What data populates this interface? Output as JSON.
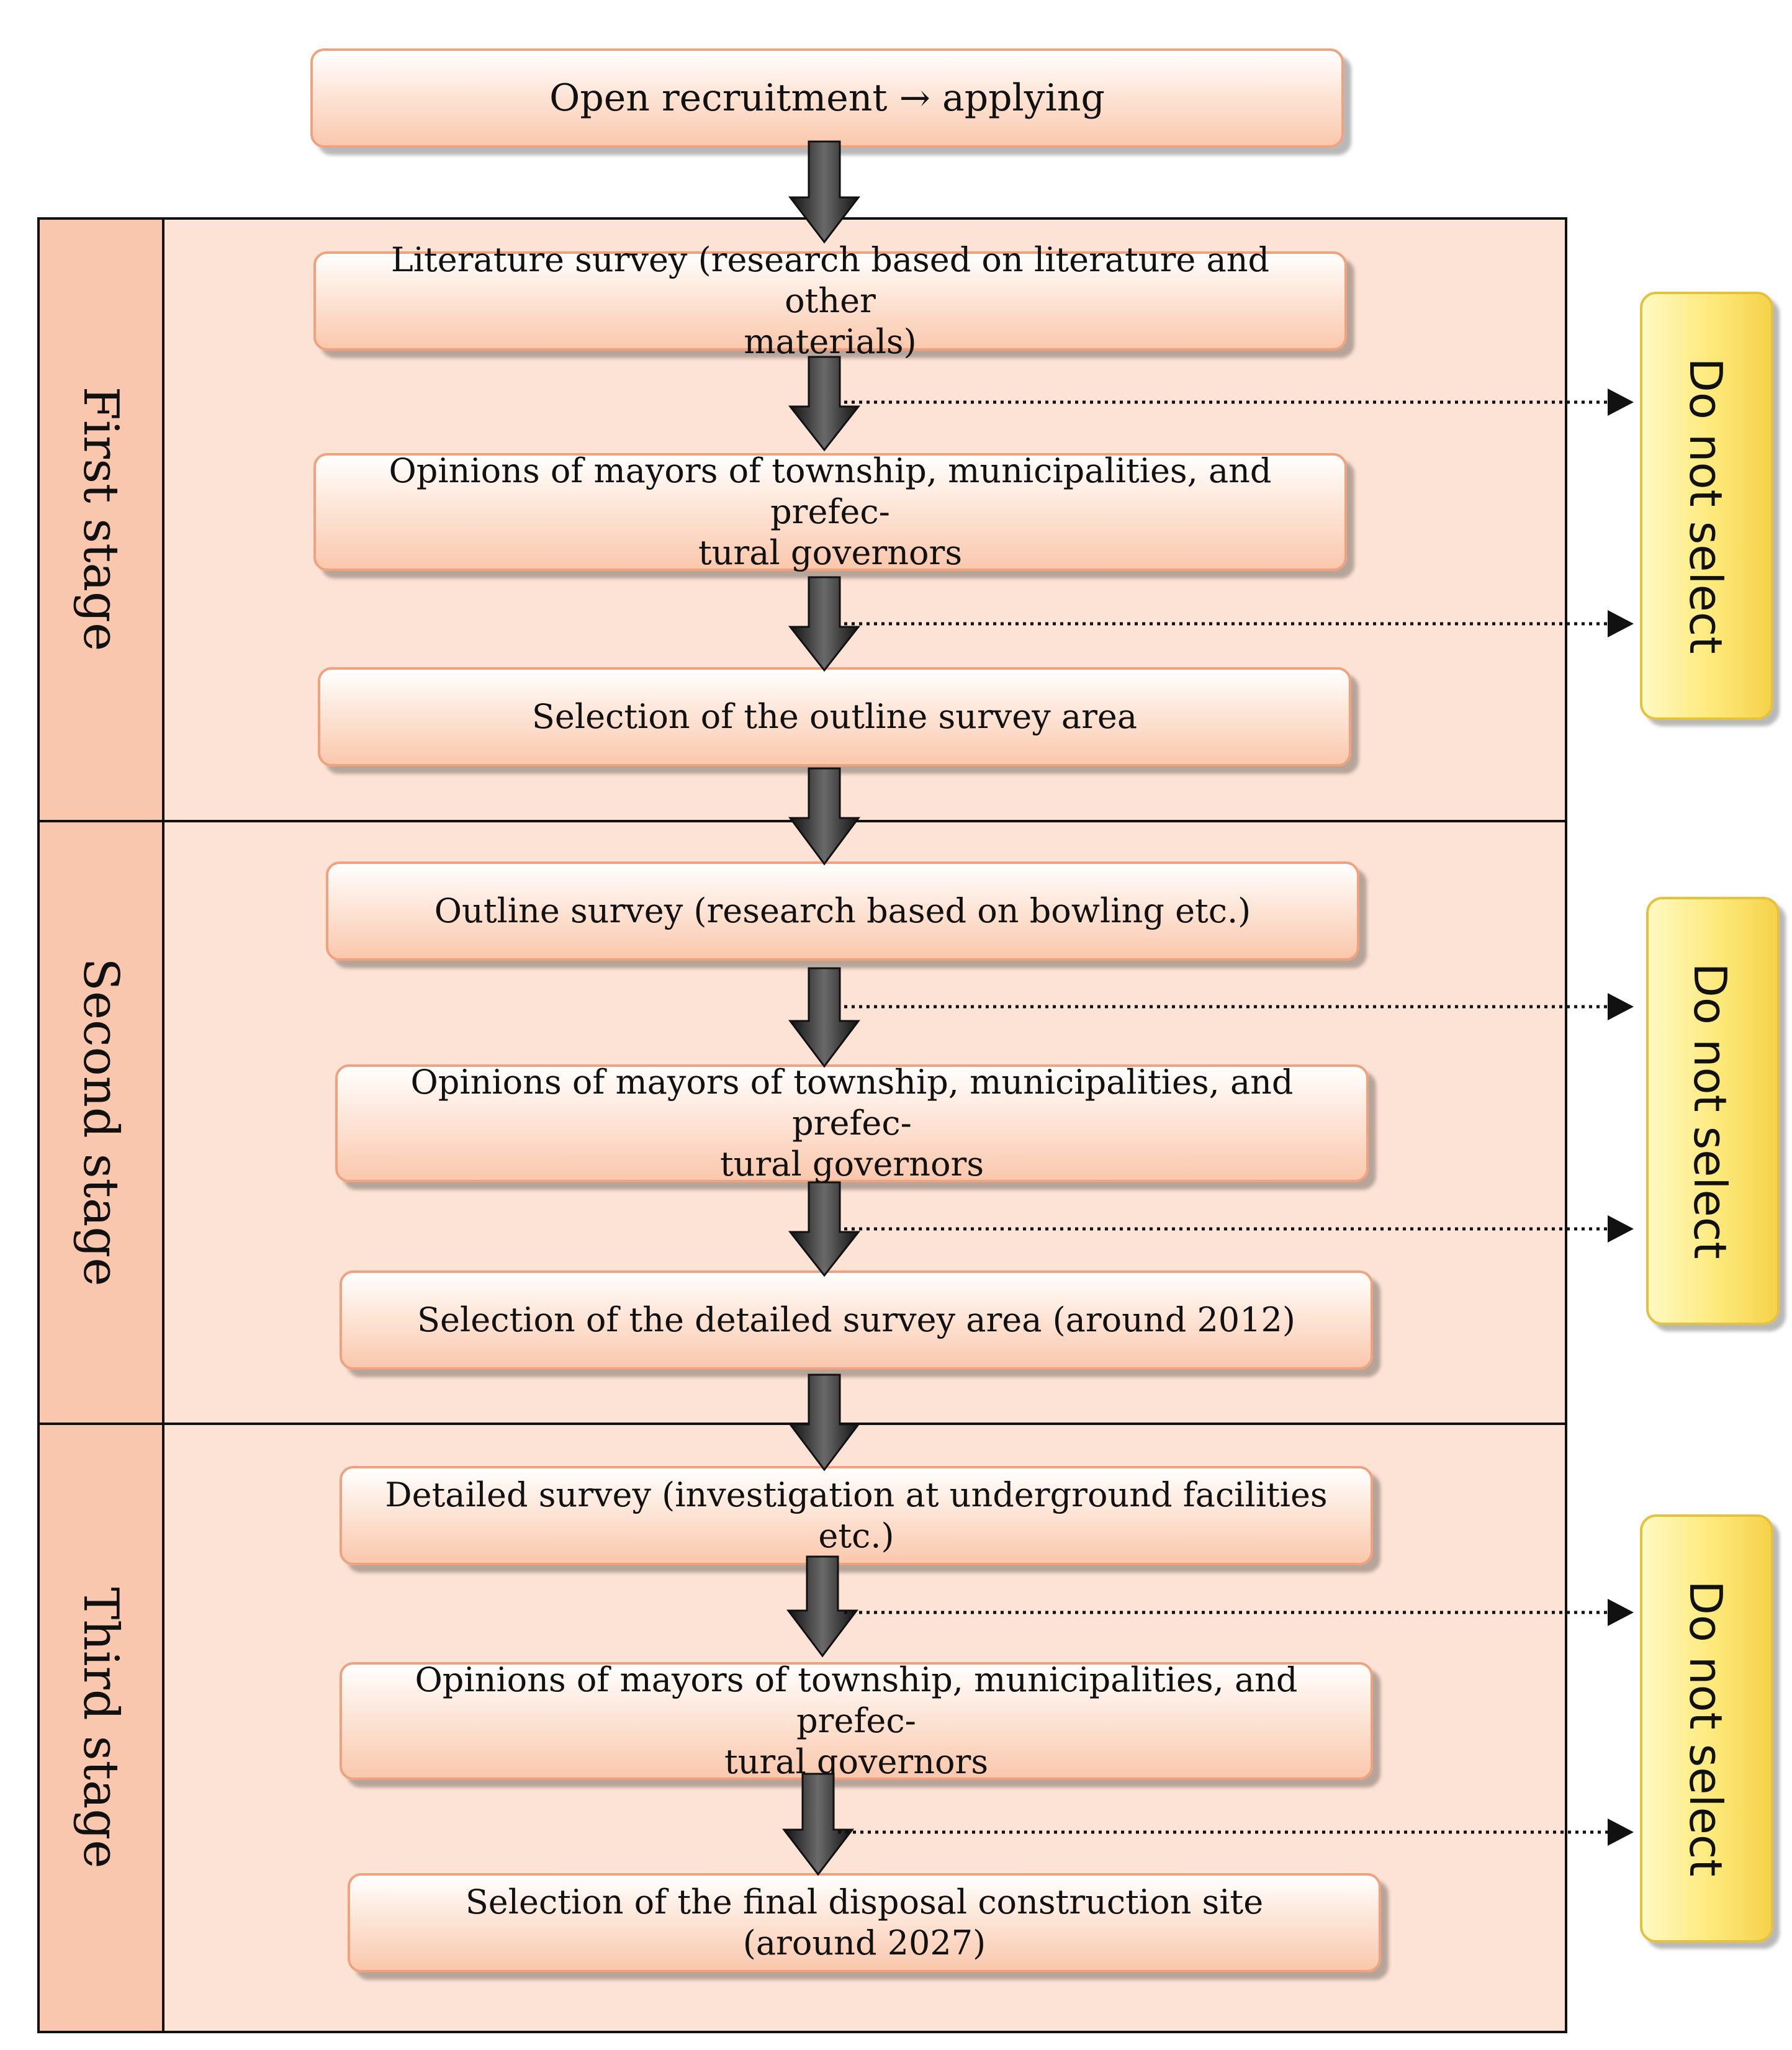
{
  "start": {
    "label": "Open recruitment → applying"
  },
  "stages": [
    {
      "label": "First stage",
      "steps": [
        {
          "lines": [
            "Literature survey (research based on literature and other",
            "materials)"
          ]
        },
        {
          "lines": [
            "Opinions of mayors of township, municipalities, and prefec-",
            "tural governors"
          ]
        },
        {
          "lines": [
            "Selection of the outline survey area"
          ]
        }
      ]
    },
    {
      "label": "Second stage",
      "steps": [
        {
          "lines": [
            "Outline survey (research based on bowling etc.)"
          ]
        },
        {
          "lines": [
            "Opinions of mayors of township, municipalities, and prefec-",
            "tural governors"
          ]
        },
        {
          "lines": [
            "Selection of the detailed survey area (around 2012)"
          ]
        }
      ]
    },
    {
      "label": "Third stage",
      "steps": [
        {
          "lines": [
            "Detailed survey (investigation at underground facilities etc.)"
          ]
        },
        {
          "lines": [
            "Opinions of mayors of township, municipalities, and prefec-",
            "tural governors"
          ]
        },
        {
          "lines": [
            "Selection of the final disposal construction site",
            "(around 2027)"
          ]
        }
      ]
    }
  ],
  "outcomes": [
    {
      "label": "Do not select"
    },
    {
      "label": "Do not select"
    },
    {
      "label": "Do not select"
    }
  ],
  "colors": {
    "stage_band": "#fde3d5",
    "stage_label_cell": "#f9c7ad",
    "step_border": "#f0a27f",
    "outcome_fill": "#fde97a",
    "arrow": "#2b2b2b"
  }
}
